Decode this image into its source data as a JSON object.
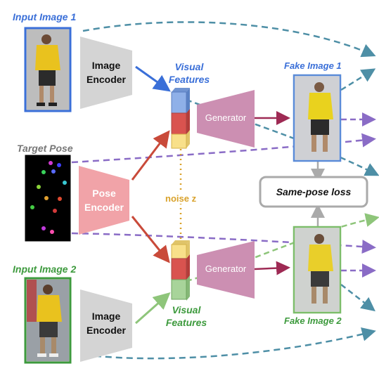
{
  "inputs": {
    "input1": {
      "label": "Input Image 1",
      "color": "#3a6fd8"
    },
    "input2": {
      "label": "Input Image 2",
      "color": "#3d9a3d"
    },
    "pose": {
      "label": "Target Pose",
      "color": "#777777"
    }
  },
  "encoders": {
    "image_top": {
      "line1": "Image",
      "line2": "Encoder"
    },
    "pose": {
      "line1": "Pose",
      "line2": "Encoder"
    },
    "image_bottom": {
      "line1": "Image",
      "line2": "Encoder"
    }
  },
  "features": {
    "top": {
      "line1": "Visual",
      "line2": "Features",
      "color": "#3a6fd8"
    },
    "bottom": {
      "line1": "Visual",
      "line2": "Features",
      "color": "#3d9a3d"
    }
  },
  "noise_label": "noise z",
  "generators": {
    "top": "Generator",
    "bottom": "Generator"
  },
  "outputs": {
    "fake1": {
      "label": "Fake Image 1",
      "color": "#3a6fd8"
    },
    "fake2": {
      "label": "Fake Image 2",
      "color": "#3d9a3d"
    }
  },
  "loss_label": "Same-pose loss",
  "colors": {
    "encoder_gray": "#d4d4d4",
    "pose_encoder": "#f1a3a8",
    "generator": "#cc8fb2",
    "arrow_blue": "#3a6fd8",
    "arrow_red": "#c94a3a",
    "arrow_green": "#8ec57a",
    "arrow_dark_red": "#9e2a54",
    "dash_teal": "#4e8fa6",
    "dash_purple": "#8a6cc6",
    "noise_orange": "#d9a22b",
    "feature_blue": "#8fb0e8",
    "feature_red": "#d9534f",
    "feature_yellow": "#f8e08a",
    "feature_green": "#a8d49a"
  }
}
